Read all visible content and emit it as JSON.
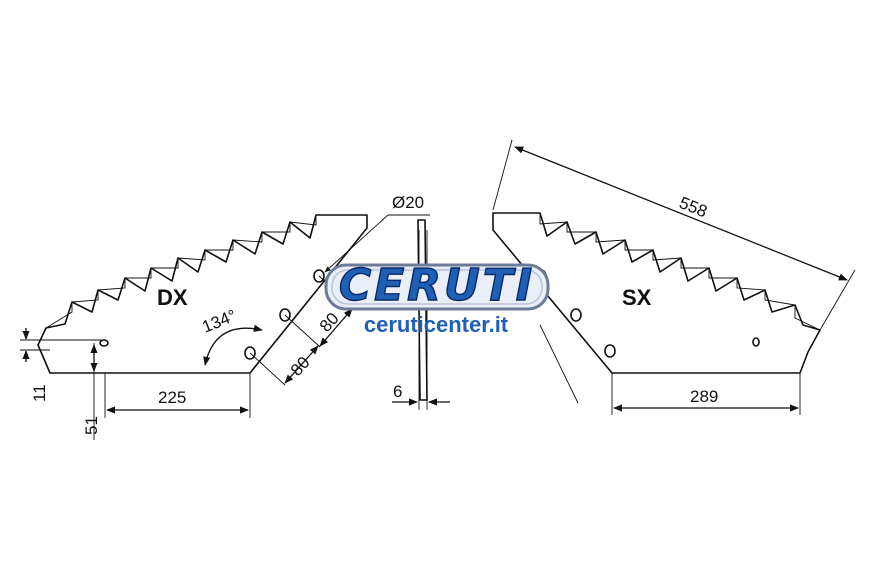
{
  "labels": {
    "dx": "DX",
    "sx": "SX",
    "diameter": "Ø20",
    "angle": "134°",
    "dim_558": "558",
    "dim_289": "289",
    "dim_225": "225",
    "dim_80a": "80",
    "dim_80b": "80",
    "dim_6": "6",
    "dim_11": "11",
    "dim_51": "51"
  },
  "watermark": {
    "brand": "CERUTI",
    "url": "ceruticenter.it",
    "color": "#1f5fb5"
  }
}
